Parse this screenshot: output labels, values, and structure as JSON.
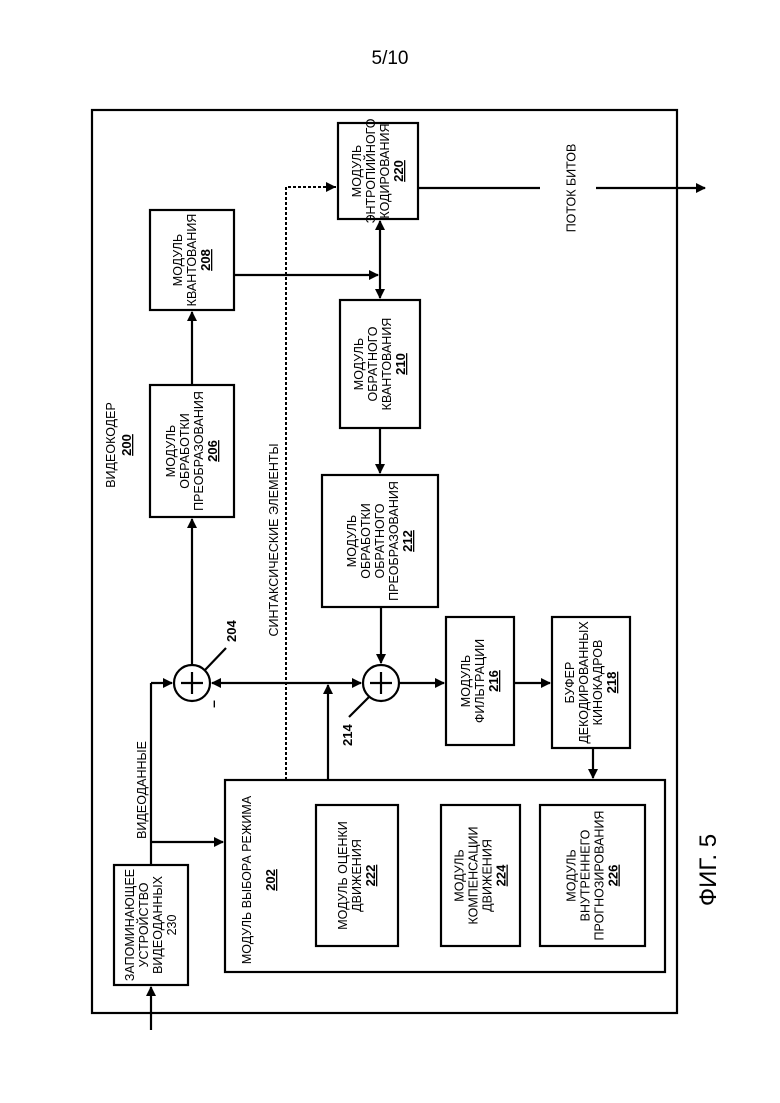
{
  "page_label": "5/10",
  "figure_label": "ФИГ. 5",
  "encoder": {
    "title": "ВИДЕОКОДЕР",
    "ref": "200"
  },
  "blocks": {
    "entropy": {
      "lines": [
        "МОДУЛЬ",
        "ЭНТРОПИЙНОГО",
        "КОДИРОВАНИЯ"
      ],
      "ref": "220"
    },
    "quant": {
      "lines": [
        "МОДУЛЬ",
        "КВАНТОВАНИЯ"
      ],
      "ref": "208"
    },
    "transform": {
      "lines": [
        "МОДУЛЬ",
        "ОБРАБОТКИ",
        "ПРЕОБРАЗОВАНИЯ"
      ],
      "ref": "206"
    },
    "inv_quant": {
      "lines": [
        "МОДУЛЬ",
        "ОБРАТНОГО",
        "КВАНТОВАНИЯ"
      ],
      "ref": "210"
    },
    "inv_transform": {
      "lines": [
        "МОДУЛЬ",
        "ОБРАБОТКИ",
        "ОБРАТНОГО",
        "ПРЕОБРАЗОВАНИЯ"
      ],
      "ref": "212"
    },
    "filter": {
      "lines": [
        "МОДУЛЬ",
        "ФИЛЬТРАЦИИ"
      ],
      "ref": "216"
    },
    "dpb": {
      "lines": [
        "БУФЕР",
        "ДЕКОДИРОВАННЫХ",
        "КИНОКАДРОВ"
      ],
      "ref": "218"
    },
    "mode_select": {
      "lines": [
        "МОДУЛЬ ВЫБОРА РЕЖИМА"
      ],
      "ref": "202"
    },
    "motion_est": {
      "lines": [
        "МОДУЛЬ ОЦЕНКИ",
        "ДВИЖЕНИЯ"
      ],
      "ref": "222"
    },
    "motion_comp": {
      "lines": [
        "МОДУЛЬ",
        "КОМПЕНСАЦИИ",
        "ДВИЖЕНИЯ"
      ],
      "ref": "224"
    },
    "intra_pred": {
      "lines": [
        "МОДУЛЬ",
        "ВНУТРЕННЕГО",
        "ПРОГНОЗИРОВАНИЯ"
      ],
      "ref": "226"
    },
    "video_mem": {
      "lines": [
        "ЗАПОМИНАЮЩЕЕ",
        "УСТРОЙСТВО",
        "ВИДЕОДАННЫХ",
        "230"
      ]
    }
  },
  "adders": {
    "residual": {
      "ref": "204",
      "minus": "–"
    },
    "recon": {
      "ref": "214"
    }
  },
  "signals": {
    "video_data": "ВИДЕОДАННЫЕ",
    "syntax_elements": "СИНТАКСИЧЕСКИЕ ЭЛЕМЕНТЫ",
    "bitstream": "ПОТОК БИТОВ"
  }
}
